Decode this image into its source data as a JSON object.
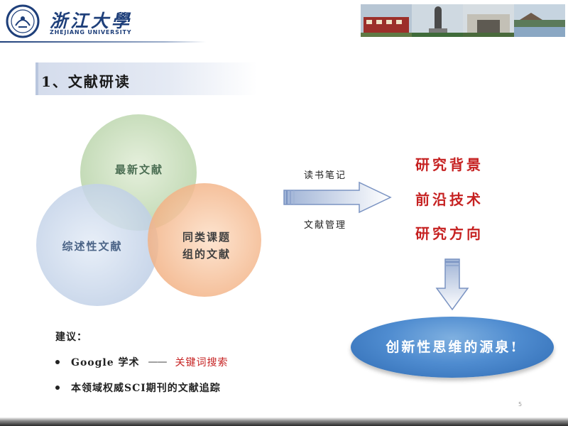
{
  "header": {
    "university_cn": "浙江大學",
    "university_en": "ZHEJIANG UNIVERSITY",
    "campus_image": "campus-photo-strip"
  },
  "section": {
    "title": "1、文献研读"
  },
  "venn": {
    "top": "最新文献",
    "left": "综述性文献",
    "right_line1": "同类课题",
    "right_line2": "组的文献",
    "colors": {
      "top": "#c9dfbe",
      "left": "#c9d7ec",
      "right": "#f6bf95"
    }
  },
  "arrow_labels": {
    "reading_notes": "读书笔记",
    "literature_management": "文献管理"
  },
  "outcomes": [
    "研究背景",
    "前沿技术",
    "研究方向"
  ],
  "source_ellipse": {
    "text": "创新性思维的源泉!"
  },
  "suggestions": {
    "title": "建议：",
    "item1_prefix": "Google 学术",
    "item1_dash": "——",
    "item1_red": "关键词搜索",
    "item2": "本领域权威SCI期刊的文献追踪"
  },
  "page_number": "5"
}
